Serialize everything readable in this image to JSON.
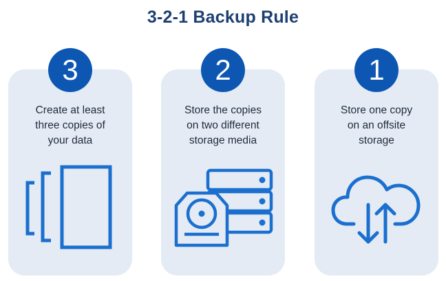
{
  "title": "3-2-1 Backup Rule",
  "colors": {
    "accent": "#0d57b3",
    "title": "#1d3f72",
    "card_bg": "#e4ebf4",
    "icon_stroke": "#1a6fcf"
  },
  "steps": [
    {
      "number": "3",
      "lines": [
        "Create at least",
        "three copies of",
        "your data"
      ],
      "icon": "copies-icon"
    },
    {
      "number": "2",
      "lines": [
        "Store the copies",
        "on two different",
        "storage media"
      ],
      "icon": "storage-media-icon"
    },
    {
      "number": "1",
      "lines": [
        "Store one copy",
        "on an offsite",
        "storage"
      ],
      "icon": "cloud-sync-icon"
    }
  ]
}
